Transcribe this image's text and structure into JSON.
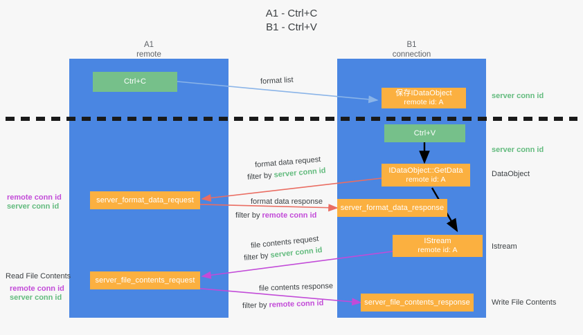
{
  "title": {
    "line1": "A1 - Ctrl+C",
    "line2": "B1 - Ctrl+V"
  },
  "columns": [
    {
      "name": "A1",
      "role": "remote"
    },
    {
      "name": "B1",
      "role": "connection"
    }
  ],
  "colors": {
    "lane": "#4a86e2",
    "action_box": "#76c08a",
    "message_box": "#fbb040",
    "server_conn_id": "#63bb7e",
    "remote_conn_id": "#c24bd8",
    "arrow_format_list": "#8ab4e8",
    "arrow_format_data": "#ea6d62",
    "arrow_file_contents": "#c24bd8",
    "arrow_internal": "#000000",
    "divider": "#1a1a1a",
    "background": "#f7f7f7",
    "text": "#3c4043"
  },
  "boxes": {
    "ctrl_c": {
      "label": "Ctrl+C"
    },
    "save_idataobject": {
      "line1": "保存IDataObject",
      "line2": "remote id: A"
    },
    "ctrl_v": {
      "label": "Ctrl+V"
    },
    "getdata": {
      "line1": "IDataObject::GetData",
      "line2": "remote id: A"
    },
    "istream": {
      "line1": "IStream",
      "line2": "remote id: A"
    },
    "server_format_data_request": {
      "label": "server_format_data_request"
    },
    "server_format_data_response": {
      "label": "server_format_data_response"
    },
    "server_file_contents_request": {
      "label": "server_file_contents_request"
    },
    "server_file_contents_response": {
      "label": "server_file_contents_response"
    }
  },
  "arrow_labels": {
    "format_list": "format list",
    "format_data_request": "format data request",
    "format_data_request_filter_prefix": "filter by ",
    "format_data_request_filter_value": "server conn id",
    "format_data_response": "format data response",
    "format_data_response_filter_prefix": "filter by ",
    "format_data_response_filter_value": "remote conn id",
    "file_contents_request": "file contents request",
    "file_contents_request_filter_prefix": "filter by ",
    "file_contents_request_filter_value": "server conn id",
    "file_contents_response": "file contents response",
    "file_contents_response_filter_prefix": "filter by ",
    "file_contents_response_filter_value": "remote conn id"
  },
  "right_labels": {
    "server_conn_id_top": "server conn id",
    "server_conn_id_second": "server conn id",
    "dataobject": "DataObject",
    "istream": "Istream",
    "write_file_contents": "Write File Contents"
  },
  "left_labels": {
    "remote_conn_id_upper": "remote conn id",
    "server_conn_id_upper": "server conn id",
    "read_file_contents": "Read File Contents",
    "remote_conn_id_lower": "remote conn id",
    "server_conn_id_lower": "server conn id"
  }
}
